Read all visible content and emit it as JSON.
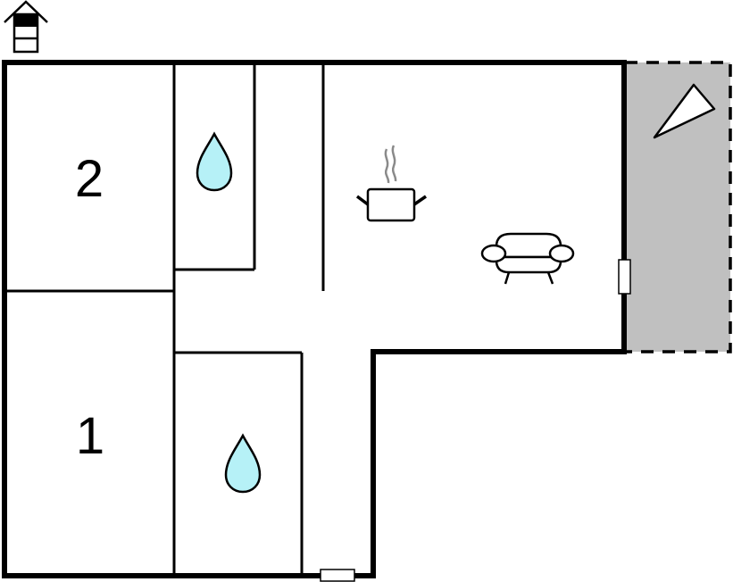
{
  "plan": {
    "type": "floor-plan",
    "level_icon": "house-floor-level-icon",
    "colors": {
      "wall": "#000000",
      "background": "#ffffff",
      "terrace_fill": "#c0c0c0",
      "water_drop": "#b6f1f7",
      "steam": "#8a8a8a"
    },
    "rooms": [
      {
        "id": "bedroom-2",
        "label": "2",
        "type": "bedroom"
      },
      {
        "id": "bedroom-1",
        "label": "1",
        "type": "bedroom"
      },
      {
        "id": "bathroom-upper",
        "type": "bathroom",
        "icon": "water-drop-icon"
      },
      {
        "id": "bathroom-lower",
        "type": "bathroom",
        "icon": "water-drop-icon"
      },
      {
        "id": "kitchen-living",
        "type": "kitchen-living",
        "icons": [
          "cooking-pot-icon",
          "sofa-icon"
        ]
      },
      {
        "id": "terrace",
        "type": "terrace",
        "icon": "sun-triangle-icon"
      }
    ],
    "doors": [
      {
        "id": "door-terrace",
        "type": "window-door"
      },
      {
        "id": "door-entrance",
        "type": "entrance"
      }
    ]
  }
}
